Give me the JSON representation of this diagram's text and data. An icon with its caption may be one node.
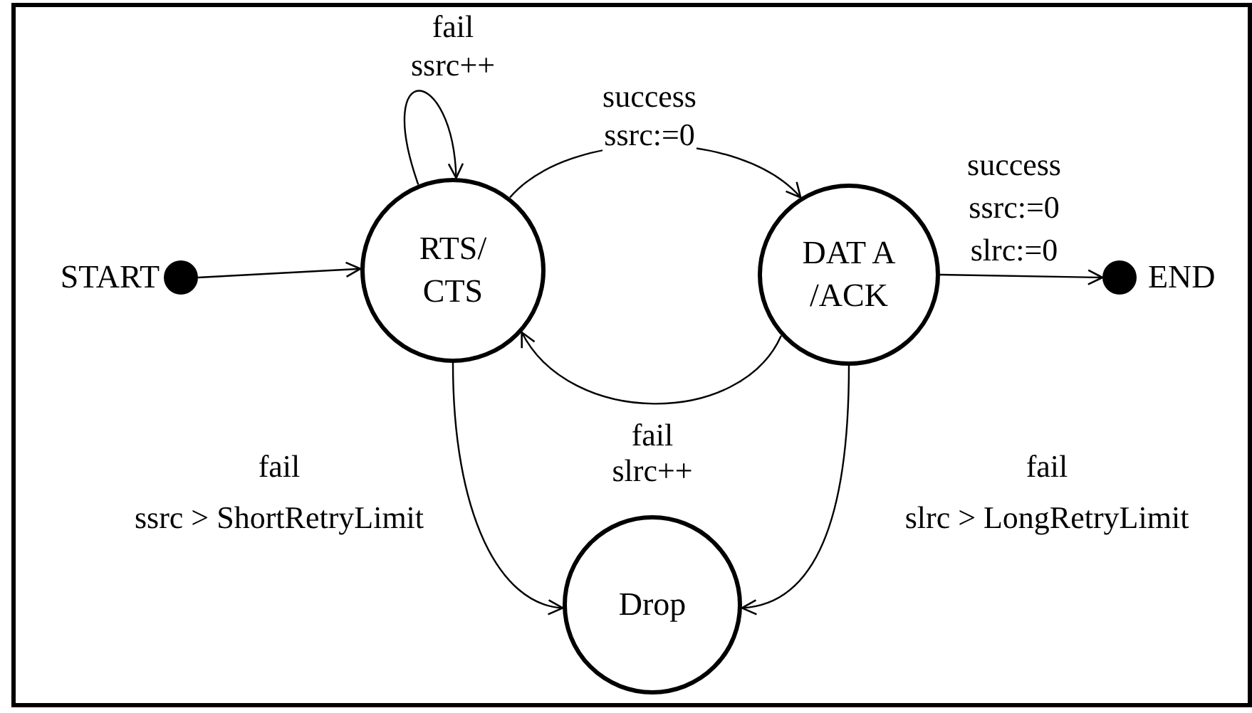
{
  "diagram": {
    "nodes": [
      {
        "text": [],
        "shape": "circle",
        "beside": [
          "START"
        ]
      },
      {
        "text": [
          "RTS/ CTS"
        ]
      },
      {
        "text": [
          "DAT A /ACK"
        ]
      },
      {
        "text": [],
        "shape": "circle",
        "beside": [
          "END"
        ]
      },
      {
        "text": [
          "Drop"
        ]
      }
    ],
    "edges": [
      {
        "from": 0,
        "to": 1,
        "arrow": "to"
      },
      {
        "from": 1,
        "to": 1,
        "arrow": "to",
        "label": "fail ssrc++"
      },
      {
        "from": 1,
        "to": 2,
        "arrow": "to",
        "label": "success ssrc:=0"
      },
      {
        "from": 2,
        "to": 3,
        "arrow": "to",
        "label": "success ssrc:=0 slrc:=0"
      },
      {
        "from": 2,
        "to": 1,
        "arrow": "to",
        "label": "fail slrc++"
      },
      {
        "from": 1,
        "to": 4,
        "arrow": "to",
        "label": "fail ssrc > ShortRetryLimit"
      },
      {
        "from": 2,
        "to": 4,
        "arrow": "to",
        "label": "fail slrc > LongRetryLimit"
      }
    ]
  }
}
